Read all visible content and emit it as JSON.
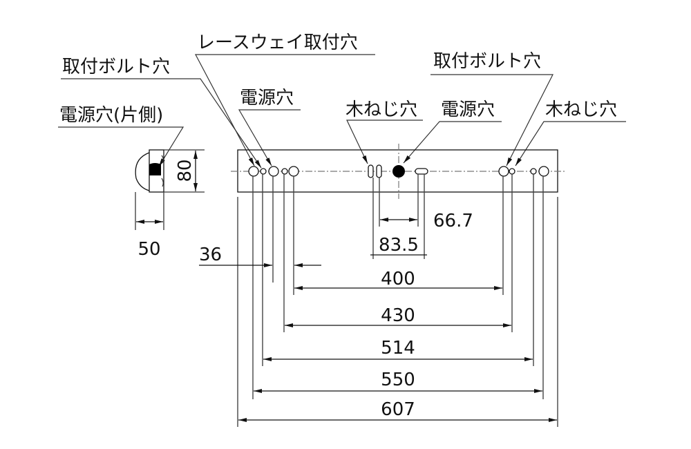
{
  "drawing": {
    "type": "fixture-dimension-drawing",
    "units": "mm",
    "callouts": {
      "mounting_bolt_left": "取付ボルト穴",
      "raceway_hole": "レースウェイ取付穴",
      "power_hole_side": "電源穴(片側)",
      "power_hole_left": "電源穴",
      "wood_screw_left": "木ねじ穴",
      "power_hole_center": "電源穴",
      "mounting_bolt_right": "取付ボルト穴",
      "wood_screw_right": "木ねじ穴"
    },
    "side_view": {
      "height": "80",
      "depth": "50"
    },
    "dimensions": {
      "d_36": "36",
      "d_66_7": "66.7",
      "d_83_5": "83.5",
      "d_400": "400",
      "d_430": "430",
      "d_514": "514",
      "d_550": "550",
      "d_607": "607"
    },
    "colors": {
      "line": "#111111",
      "centerline": "#777777",
      "background": "#ffffff"
    }
  }
}
